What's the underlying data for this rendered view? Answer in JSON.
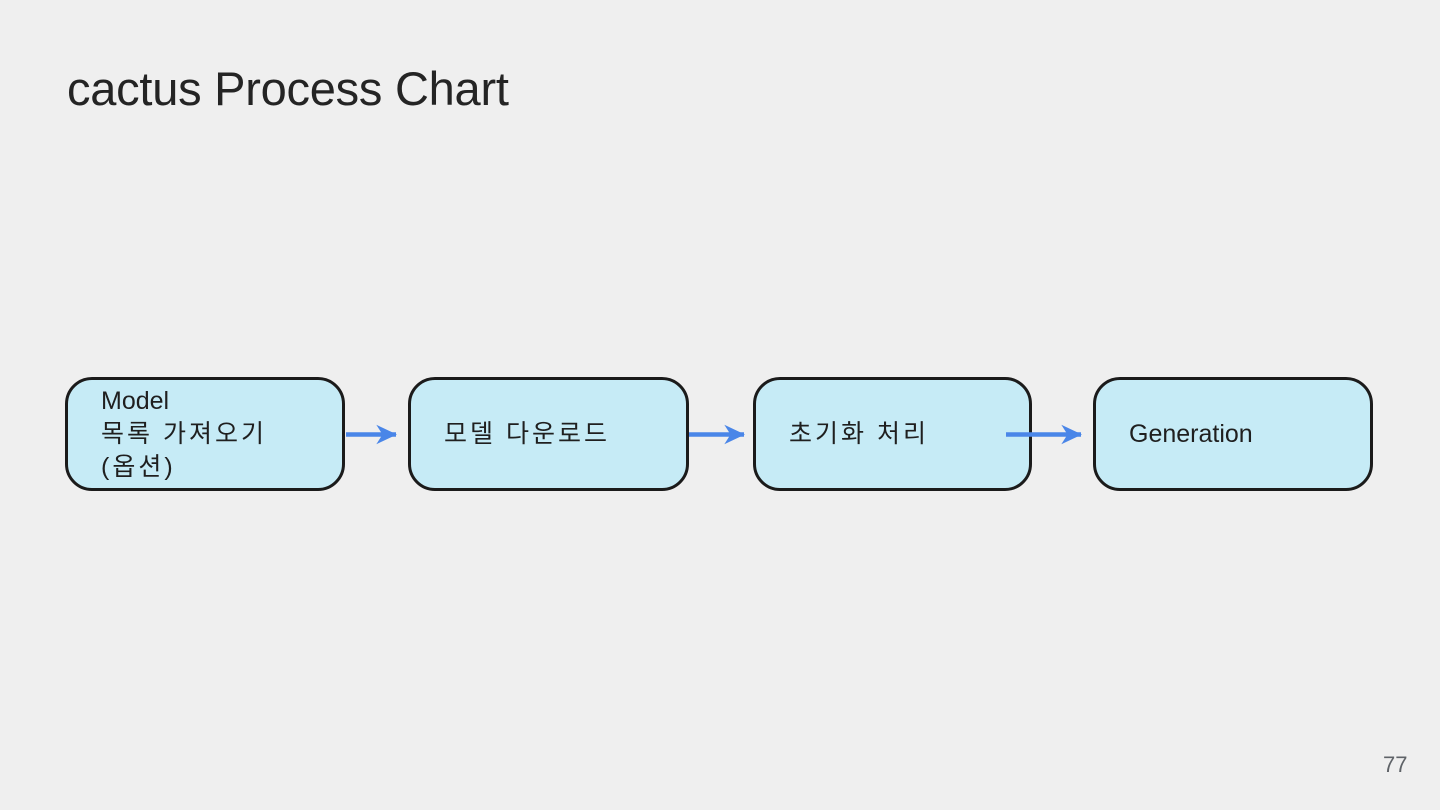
{
  "slide": {
    "title": "cactus Process Chart",
    "page_number": "77"
  },
  "colors": {
    "background": "#efefef",
    "title_text": "#242424",
    "node_fill": "#c6ebf6",
    "node_border": "#1b1b1b",
    "node_text": "#1f1f1f",
    "arrow": "#4a86e8",
    "page_number_text": "#5f6368"
  },
  "diagram": {
    "type": "flowchart",
    "direction": "left-to-right",
    "nodes": [
      {
        "lines": [
          "Model",
          "목록 가져오기",
          "(옵션)"
        ]
      },
      {
        "label": "모델 다운로드"
      },
      {
        "label": "초기화 처리"
      },
      {
        "label": "Generation"
      }
    ],
    "connectors": [
      {
        "from": 1,
        "to": 2
      },
      {
        "from": 2,
        "to": 3
      },
      {
        "from": 3,
        "to": 4
      }
    ]
  }
}
